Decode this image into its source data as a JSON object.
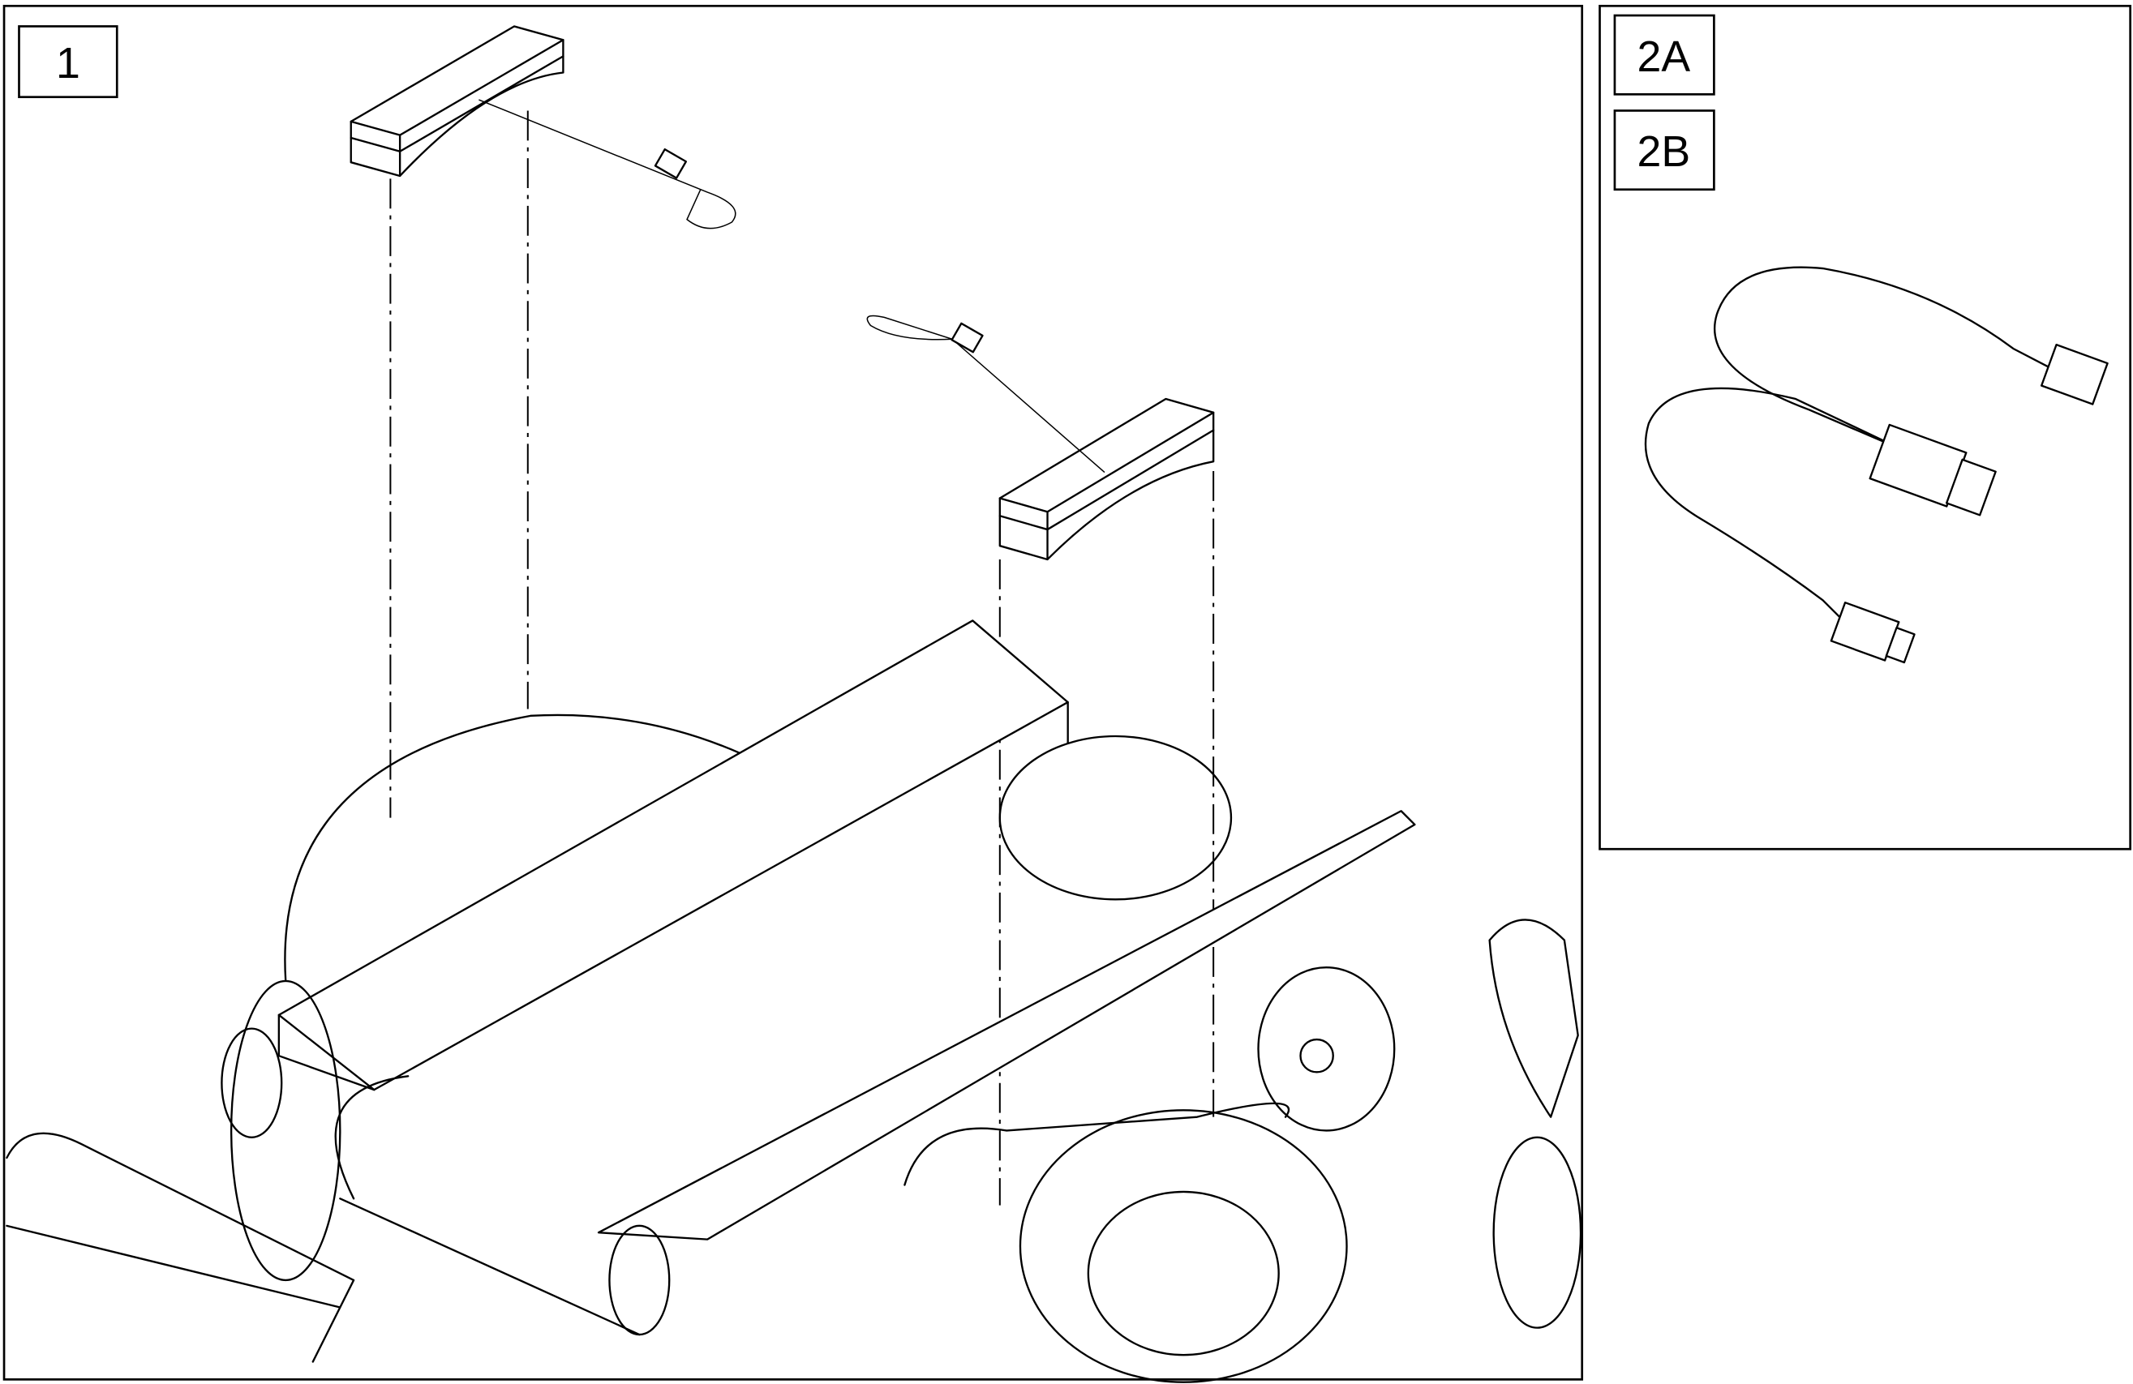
{
  "panels": {
    "main": {
      "label": "1"
    },
    "side": {
      "labels": [
        "2A",
        "2B"
      ]
    }
  }
}
